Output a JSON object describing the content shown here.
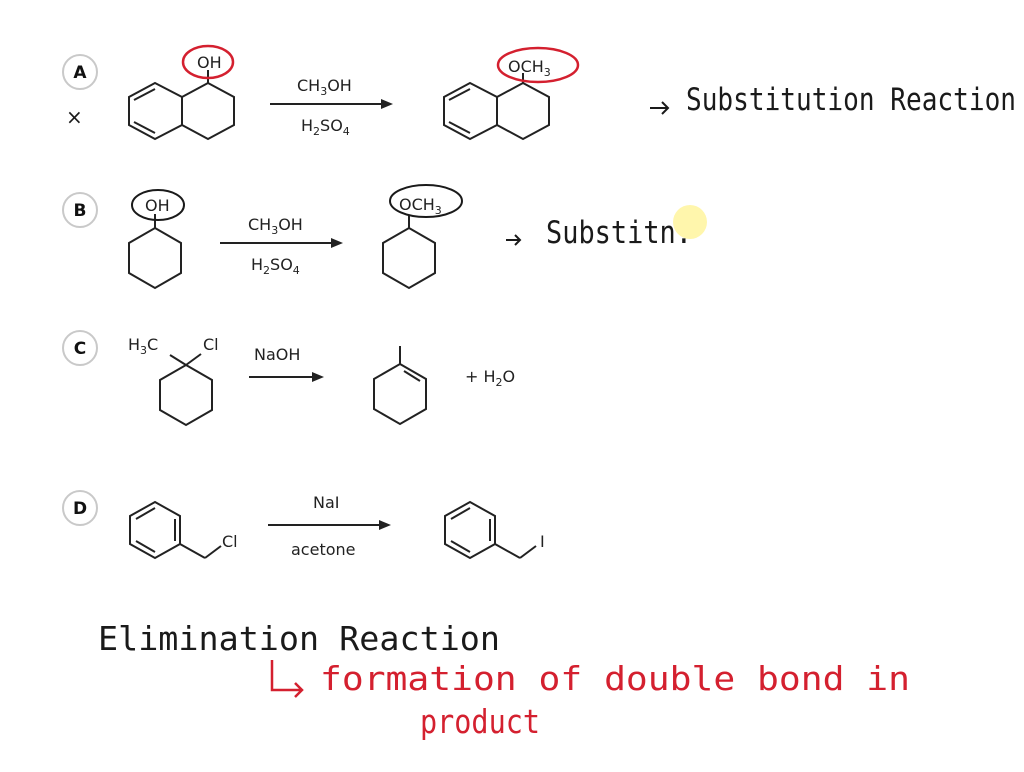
{
  "labels": {
    "a": "A",
    "b": "B",
    "c": "C",
    "d": "D"
  },
  "cross_mark": "×",
  "reaction_a": {
    "reactant_group": "OH",
    "reagent_top": {
      "main": "CH",
      "sub": "3",
      "tail": "OH"
    },
    "reagent_bottom": {
      "main": "H",
      "sub": "2",
      "tail": "SO",
      "sub2": "4"
    },
    "product_group": {
      "main": "OCH",
      "sub": "3"
    },
    "note": "Substitution Reaction"
  },
  "reaction_b": {
    "reactant_group": "OH",
    "reagent_top": {
      "main": "CH",
      "sub": "3",
      "tail": "OH"
    },
    "reagent_bottom": {
      "main": "H",
      "sub": "2",
      "tail": "SO",
      "sub2": "4"
    },
    "product_group": {
      "main": "OCH",
      "sub": "3"
    },
    "note": "Substitn."
  },
  "reaction_c": {
    "reactant_methyl": {
      "main": "H",
      "sub": "3",
      "tail": "C"
    },
    "reactant_halide": "Cl",
    "reagent": "NaOH",
    "byproduct": {
      "lead": "+ H",
      "sub": "2",
      "tail": "O"
    }
  },
  "reaction_d": {
    "reactant_halide": "Cl",
    "reagent_top": "NaI",
    "reagent_bottom": "acetone",
    "product_halide": "I"
  },
  "handwritten": {
    "heading": "Elimination Reaction",
    "line1": "formation of double bond in",
    "line2": "product"
  },
  "colors": {
    "ink_black": "#1a1a1a",
    "ink_red": "#d4202f",
    "highlight": "#fff6a8"
  }
}
